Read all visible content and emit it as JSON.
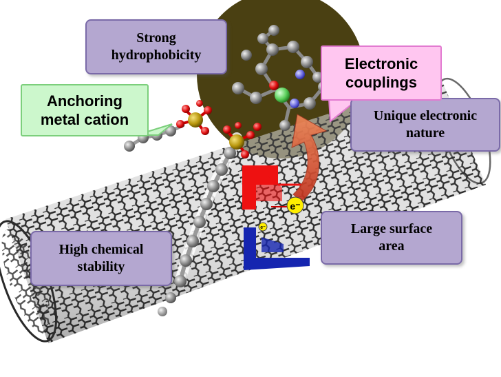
{
  "callouts": {
    "hydrophobicity": "Strong\nhydrophobicity",
    "anchoring": "Anchoring\nmetal cation",
    "couplings": "Electronic\ncouplings",
    "unique_electronic": "Unique electronic\nnature",
    "surface_area": "Large surface\narea",
    "chemical_stability": "High chemical\nstability"
  },
  "electron_label": "e⁻",
  "electron_small_label": "e⁻",
  "colors": {
    "purple_box": "#b4a7d0",
    "green_box": "#ccf7cc",
    "pink_box": "#ffc6f0",
    "nanotube": "#3a3a3a",
    "olive_disk": "#4a4012",
    "red_level": "#ee1111",
    "blue_level": "#1525b0",
    "arrow": "#e0683a",
    "electron": "#ffee00"
  },
  "icons": [
    "carbon-nanotube",
    "molecule",
    "electron",
    "energy-level",
    "curved-arrow"
  ]
}
